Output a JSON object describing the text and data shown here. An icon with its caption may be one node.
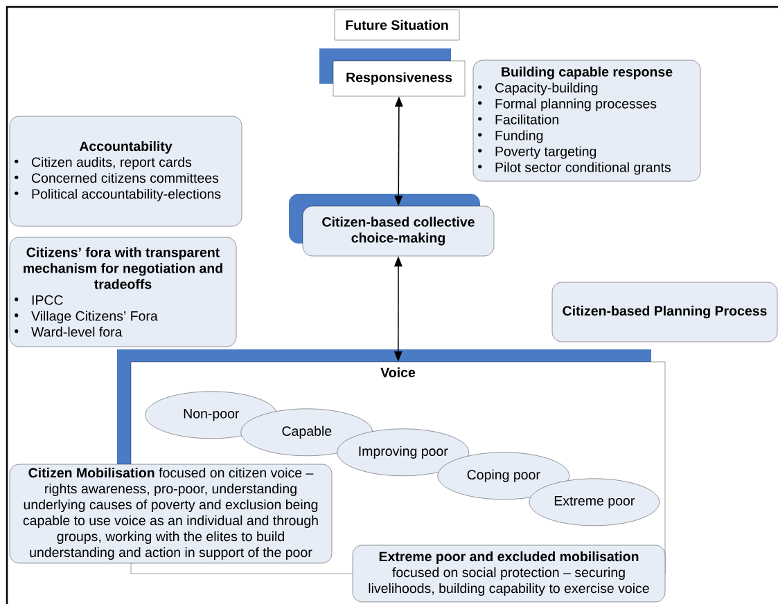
{
  "diagram": {
    "nodes": [
      {
        "text": [
          "Future Situation"
        ]
      },
      {
        "text": [
          "Responsiveness"
        ]
      },
      {
        "text": [
          "Building capable response",
          "Capacity-building",
          "Formal planning processes",
          "Facilitation",
          "Funding",
          "Poverty targeting",
          "Pilot sector conditional grants"
        ]
      },
      {
        "text": [
          "Accountability",
          "Citizen audits, report cards",
          "Concerned citizens committees",
          "Political accountability-elections"
        ]
      },
      {
        "text": [
          "Citizen-based collective choice-making"
        ]
      },
      {
        "text": [
          "Citizens’ fora with transparent mechanism for negotiation and tradeoffs",
          "IPCC",
          "Village Citizens’ Fora",
          "Ward-level fora"
        ]
      },
      {
        "text": [
          "Citizen-based Planning Process"
        ]
      },
      {
        "text": [
          "Voice"
        ]
      },
      {
        "text": [
          "Non-poor"
        ],
        "in": 7
      },
      {
        "text": [
          "Capable"
        ],
        "in": 7
      },
      {
        "text": [
          "Improving poor"
        ],
        "in": 7
      },
      {
        "text": [
          "Coping poor"
        ],
        "in": 7
      },
      {
        "text": [
          "Extreme poor"
        ],
        "in": 7
      },
      {
        "text": [
          "**Citizen Mobilisation** focused on citizen voice – rights awareness, pro-poor, understanding underlying causes of poverty and exclusion being capable to use voice as an individual and through groups, working with the elites to build understanding and action in support of the poor"
        ]
      },
      {
        "text": [
          "Extreme poor and excluded mobilisation",
          "focused on social protection – securing livelihoods, building capability to exercise voice"
        ]
      }
    ],
    "edges": [
      {
        "from": 1,
        "to": 4,
        "arrow": "both"
      },
      {
        "from": 4,
        "to": 7,
        "arrow": "both"
      }
    ]
  }
}
